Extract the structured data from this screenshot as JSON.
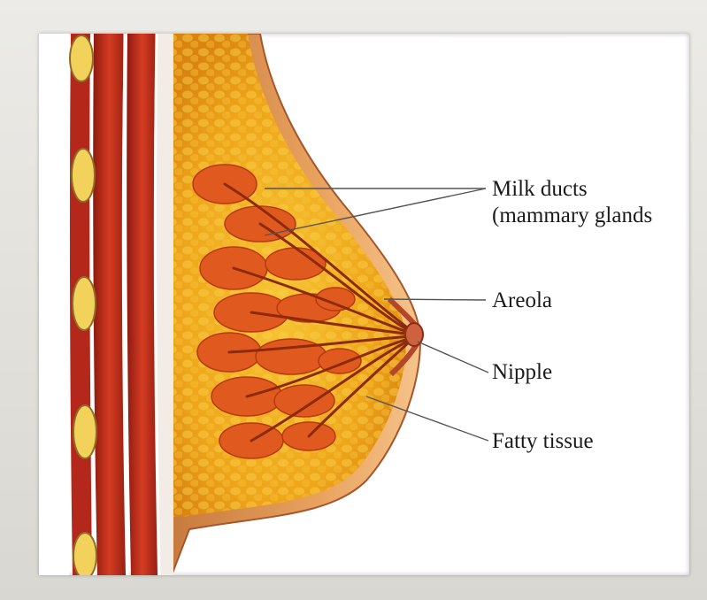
{
  "diagram": {
    "labels": {
      "milk_ducts_line1": "Milk ducts",
      "milk_ducts_line2": "(mammary glands",
      "areola": "Areola",
      "nipple": "Nipple",
      "fatty_tissue": "Fatty tissue"
    },
    "colors": {
      "skin": "#e9a35f",
      "muscle": "#c0301c",
      "fat": "#f1b21c",
      "gland": "#e05a20",
      "leader_line": "#555555"
    }
  }
}
